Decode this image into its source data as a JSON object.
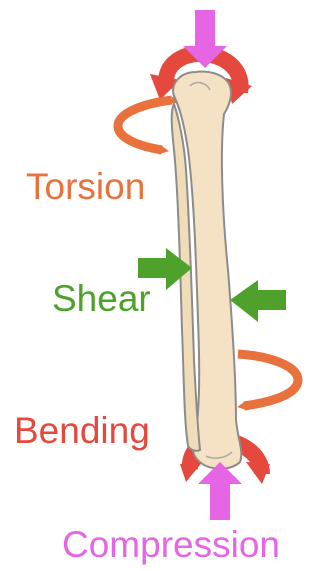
{
  "labels": {
    "torsion": "Torsion",
    "shear": "Shear",
    "bending": "Bending",
    "compression": "Compression"
  },
  "colors": {
    "torsion": "#e8713c",
    "shear": "#4ea22b",
    "bending": "#e5483d",
    "compression": "#e565e5",
    "bone_fill": "#f5e2c4",
    "bone_outline": "#8c8c8c"
  }
}
